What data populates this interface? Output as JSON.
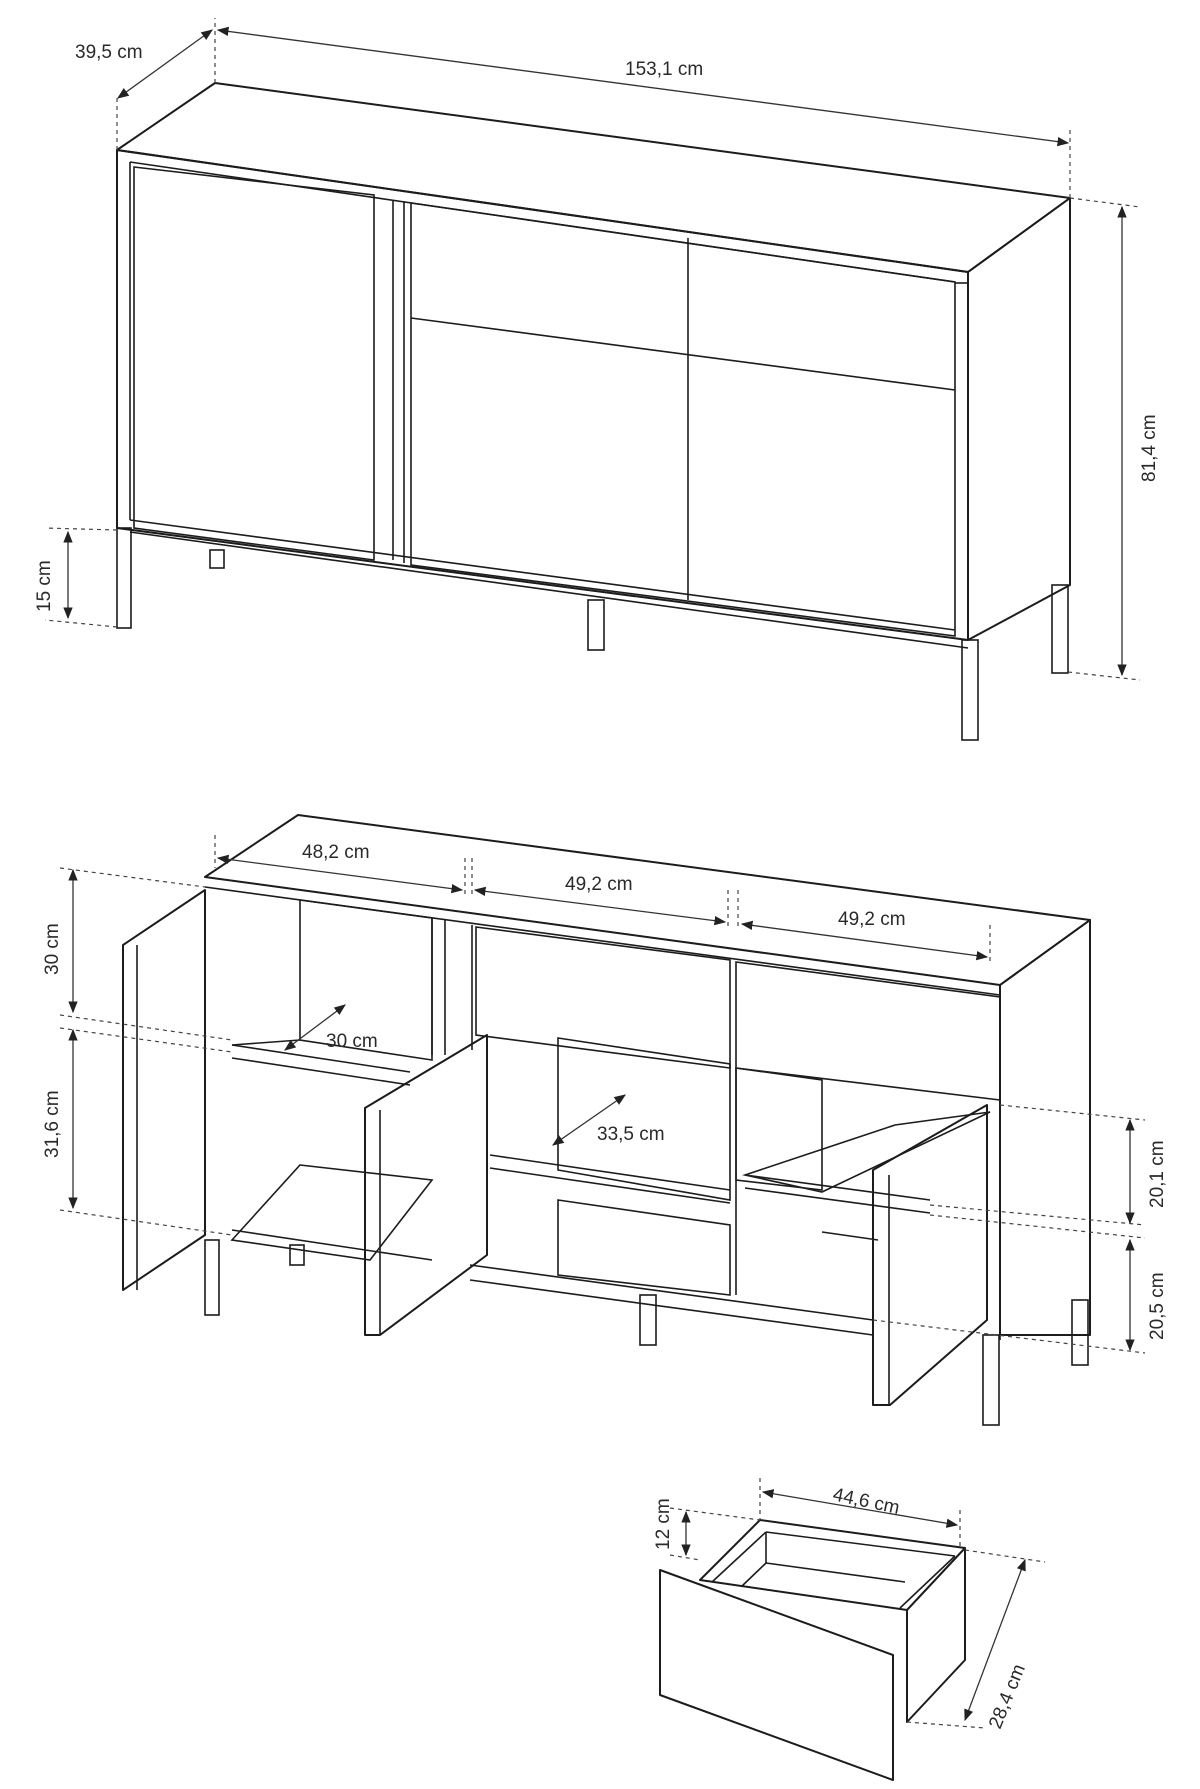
{
  "colors": {
    "line": "#1c1c1c",
    "background": "#ffffff"
  },
  "closed_view": {
    "depth_label": "39,5 cm",
    "width_label": "153,1 cm",
    "height_label": "81,4 cm",
    "leg_height_label": "15 cm"
  },
  "open_view": {
    "left_compartment_width_label": "48,2 cm",
    "middle_compartment_width_label": "49,2 cm",
    "right_compartment_width_label": "49,2 cm",
    "upper_left_height_label": "30 cm",
    "lower_left_height_label": "31,6 cm",
    "left_shelf_depth_label": "30 cm",
    "middle_shelf_depth_label": "33,5 cm",
    "upper_right_height_label": "20,1 cm",
    "lower_right_height_label": "20,5 cm"
  },
  "drawer_view": {
    "drawer_width_label": "44,6 cm",
    "drawer_height_label": "12 cm",
    "drawer_depth_label": "28,4 cm"
  }
}
